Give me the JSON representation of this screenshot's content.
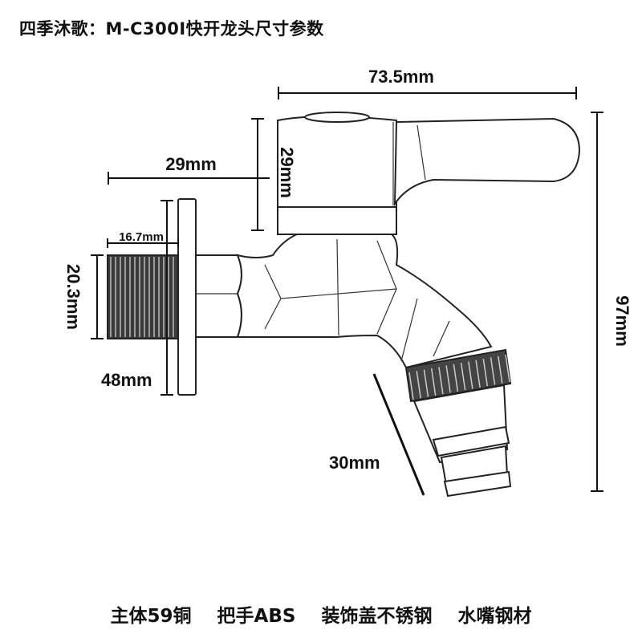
{
  "title": "四季沐歌：M-C300I快开龙头尺寸参数",
  "dimensions": {
    "overall_width": "73.5mm",
    "handle_offset": "29mm",
    "body_height": "29mm",
    "thread_length": "16.7mm",
    "thread_diameter": "20.3mm",
    "flange_diameter": "48mm",
    "overall_height": "97mm",
    "spout_length": "30mm"
  },
  "materials": [
    "主体59铜",
    "把手ABS",
    "装饰盖不锈钢",
    "水嘴钢材"
  ]
}
